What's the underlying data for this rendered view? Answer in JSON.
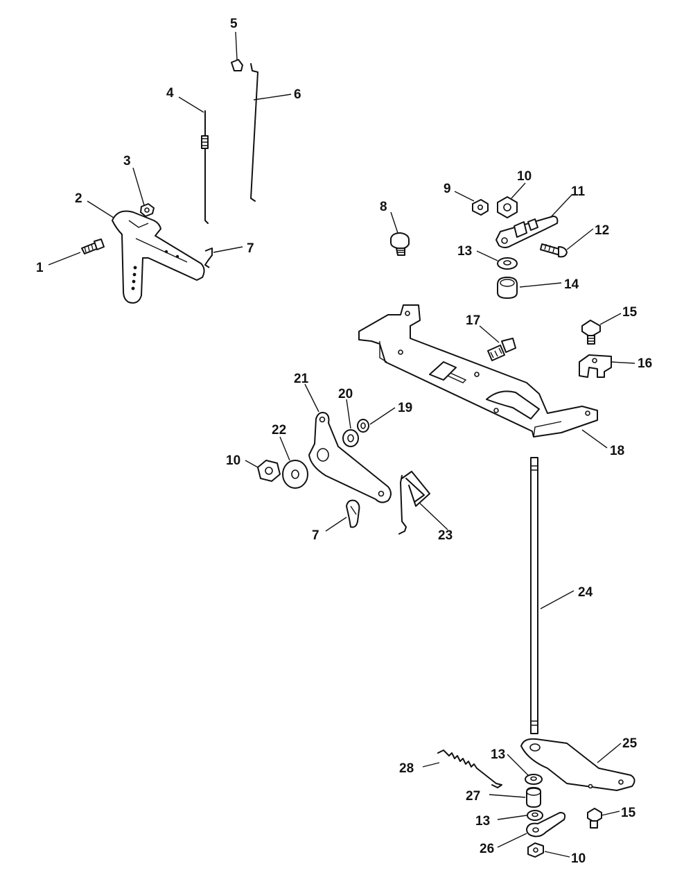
{
  "callouts": [
    {
      "id": "c1",
      "label": "1"
    },
    {
      "id": "c2",
      "label": "2"
    },
    {
      "id": "c3",
      "label": "3"
    },
    {
      "id": "c4",
      "label": "4"
    },
    {
      "id": "c5",
      "label": "5"
    },
    {
      "id": "c6",
      "label": "6"
    },
    {
      "id": "c7a",
      "label": "7"
    },
    {
      "id": "c8",
      "label": "8"
    },
    {
      "id": "c9",
      "label": "9"
    },
    {
      "id": "c10a",
      "label": "10"
    },
    {
      "id": "c11",
      "label": "11"
    },
    {
      "id": "c12",
      "label": "12"
    },
    {
      "id": "c13a",
      "label": "13"
    },
    {
      "id": "c14",
      "label": "14"
    },
    {
      "id": "c15a",
      "label": "15"
    },
    {
      "id": "c16",
      "label": "16"
    },
    {
      "id": "c17",
      "label": "17"
    },
    {
      "id": "c18",
      "label": "18"
    },
    {
      "id": "c19",
      "label": "19"
    },
    {
      "id": "c20",
      "label": "20"
    },
    {
      "id": "c21",
      "label": "21"
    },
    {
      "id": "c22",
      "label": "22"
    },
    {
      "id": "c10b",
      "label": "10"
    },
    {
      "id": "c7b",
      "label": "7"
    },
    {
      "id": "c23",
      "label": "23"
    },
    {
      "id": "c24",
      "label": "24"
    },
    {
      "id": "c25",
      "label": "25"
    },
    {
      "id": "c28",
      "label": "28"
    },
    {
      "id": "c13b",
      "label": "13"
    },
    {
      "id": "c27",
      "label": "27"
    },
    {
      "id": "c13c",
      "label": "13"
    },
    {
      "id": "c15b",
      "label": "15"
    },
    {
      "id": "c26",
      "label": "26"
    },
    {
      "id": "c10c",
      "label": "10"
    }
  ]
}
